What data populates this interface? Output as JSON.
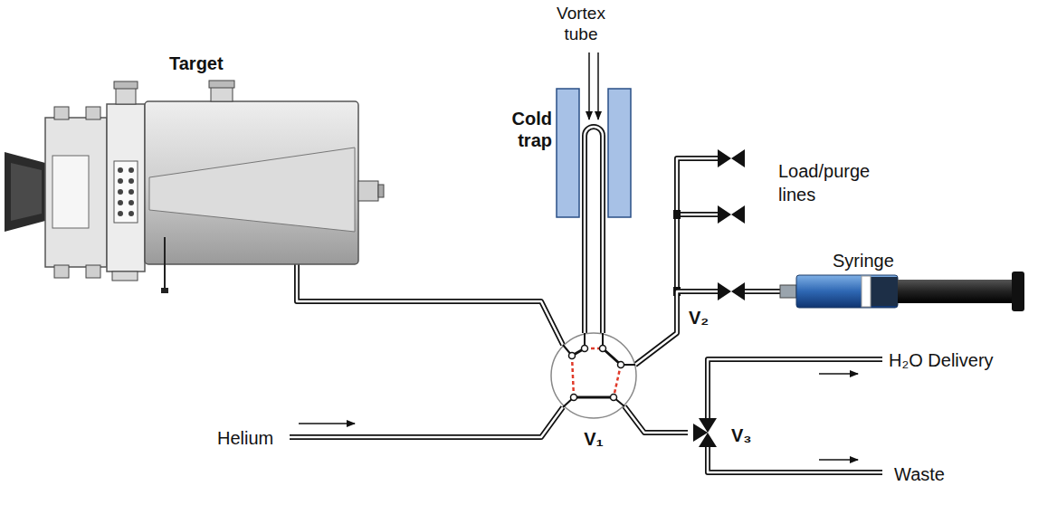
{
  "diagram": {
    "nodes": [
      {
        "text": [
          "Target"
        ]
      },
      {
        "text": [
          "Cold trap"
        ]
      },
      {
        "text": [
          "Syringe"
        ]
      },
      {
        "text": [
          "V₂"
        ]
      },
      {
        "text": [
          "V₁"
        ]
      },
      {
        "text": [
          "V₃"
        ]
      }
    ],
    "edges": [
      {
        "from": 0,
        "to": 4,
        "arrow": "none"
      },
      {
        "from": 4,
        "to": 1,
        "arrow": "none"
      },
      {
        "from": 4,
        "to": 3,
        "arrow": "none"
      },
      {
        "from": 3,
        "to": 2,
        "arrow": "none"
      },
      {
        "from": 4,
        "to": 5,
        "arrow": "none"
      }
    ],
    "labels": [
      "Vortex tube",
      "Load/purge lines",
      "H₂O Delivery",
      "Helium",
      "Waste"
    ]
  }
}
